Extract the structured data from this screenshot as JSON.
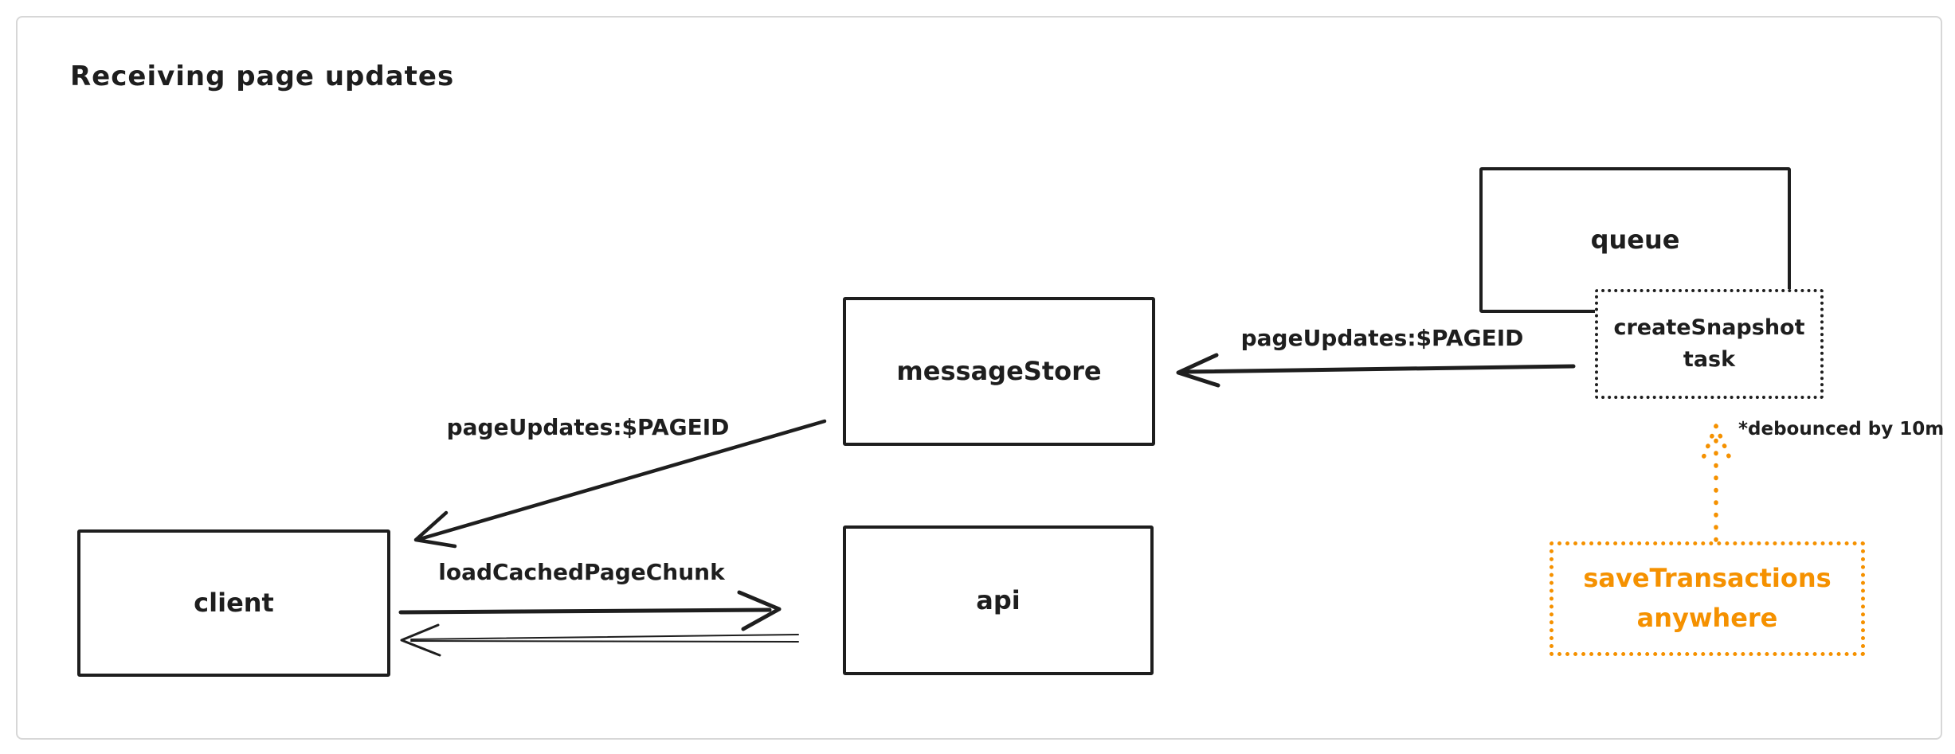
{
  "title": "Receiving page updates",
  "colors": {
    "stroke": "#1e1e1e",
    "accent_orange": "#f59100",
    "frame_border": "#d7d7d7",
    "background": "#ffffff"
  },
  "nodes": {
    "queue": {
      "label": "queue",
      "style": "solid"
    },
    "message_store": {
      "label": "messageStore",
      "style": "solid"
    },
    "client": {
      "label": "client",
      "style": "solid"
    },
    "api": {
      "label": "api",
      "style": "solid"
    },
    "create_snapshot_task": {
      "label": "createSnapshot task",
      "style": "dotted"
    },
    "save_transactions": {
      "label": "saveTransactions anywhere",
      "style": "dotted-orange"
    }
  },
  "edges": {
    "task_to_message_store": {
      "from": "createSnapshot task",
      "to": "messageStore",
      "label": "pageUpdates:$PAGEID",
      "style": "solid-arrow"
    },
    "message_store_to_client": {
      "from": "messageStore",
      "to": "client",
      "label": "pageUpdates:$PAGEID",
      "style": "solid-arrow"
    },
    "client_to_api": {
      "from": "client",
      "to": "api",
      "label": "loadCachedPageChunk",
      "style": "solid-arrow"
    },
    "api_to_client": {
      "from": "api",
      "to": "client",
      "label": "",
      "style": "thin-arrow"
    },
    "save_transactions_to_task": {
      "from": "saveTransactions anywhere",
      "to": "createSnapshot task",
      "label": "",
      "style": "dotted-orange-arrow"
    }
  },
  "annotation": {
    "text": "*debounced by 10m"
  }
}
